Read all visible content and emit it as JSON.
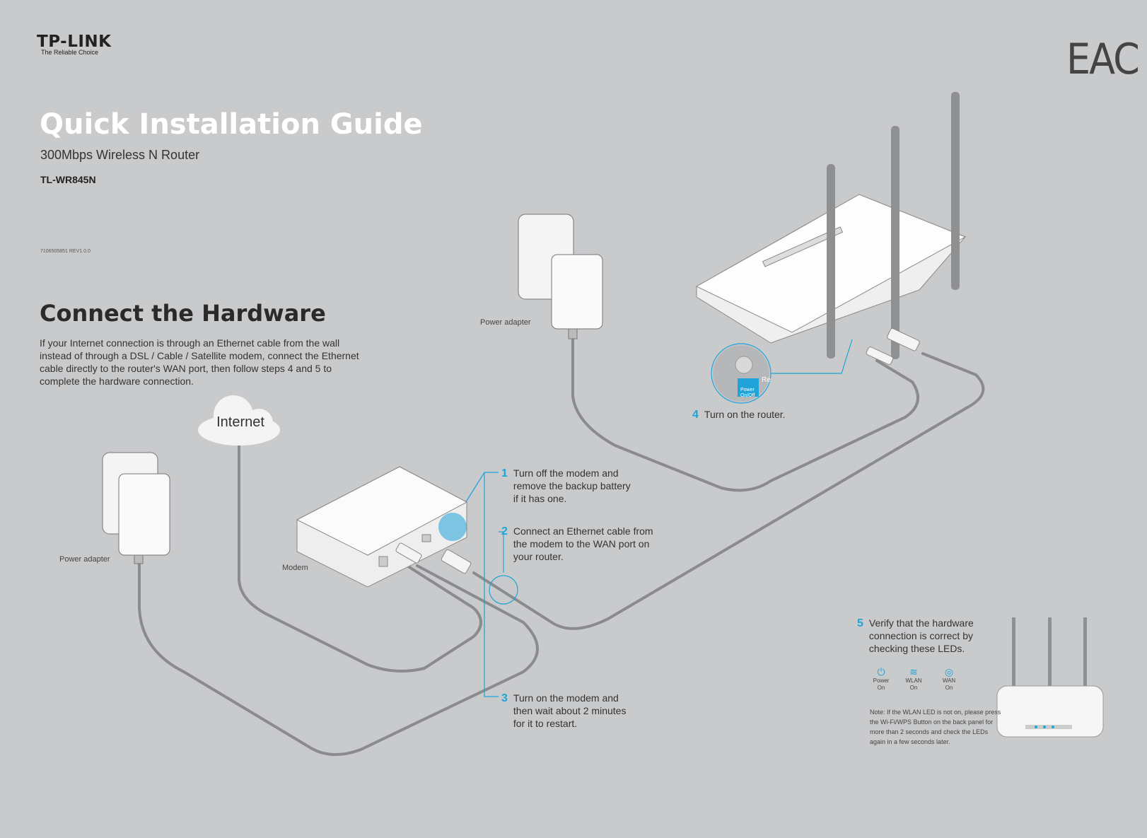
{
  "brand": {
    "logo": "TP-LINK",
    "tagline": "The Reliable Choice",
    "cert_mark": "EAC"
  },
  "header": {
    "title": "Quick Installation Guide",
    "subtitle": "300Mbps Wireless N Router",
    "model": "TL-WR845N",
    "doc_number": "7106505851   REV1.0.0"
  },
  "section": {
    "title": "Connect the Hardware",
    "intro": "If your Internet connection is through an Ethernet cable from the wall instead of through a DSL / Cable / Satellite modem, connect the Ethernet cable directly to the router's WAN port, then follow steps 4 and 5 to complete the hardware connection."
  },
  "labels": {
    "internet": "Internet",
    "power_adapter_left": "Power adapter",
    "power_adapter_top": "Power adapter",
    "modem": "Modem",
    "power_switch": "Power On/Off",
    "reset": "Re"
  },
  "steps": [
    {
      "num": "1",
      "lines": [
        "Turn off the modem and",
        "remove the backup battery",
        "if it has one."
      ]
    },
    {
      "num": "2",
      "lines": [
        "Connect an Ethernet cable from",
        "the modem to the WAN port on",
        "your router."
      ]
    },
    {
      "num": "3",
      "lines": [
        "Turn on the modem and",
        "then wait about 2 minutes",
        "for it to restart."
      ]
    },
    {
      "num": "4",
      "lines": [
        "Turn on the router."
      ]
    },
    {
      "num": "5",
      "lines": [
        "Verify that the hardware",
        "connection is correct by",
        "checking these LEDs."
      ]
    }
  ],
  "leds": [
    {
      "icon": "power-icon",
      "glyph": "⏻",
      "name": "Power",
      "state": "On"
    },
    {
      "icon": "wifi-icon",
      "glyph": "≋",
      "name": "WLAN",
      "state": "On"
    },
    {
      "icon": "globe-icon",
      "glyph": "◎",
      "name": "WAN",
      "state": "On"
    }
  ],
  "note": "Note: If the WLAN LED is not on, please press the Wi-Fi/WPS Button on the back panel for more than 2 seconds and check the LEDs again in a few seconds later.",
  "colors": {
    "background": "#c9cacc",
    "accent": "#1fa3d8",
    "cable": "#8a8b8d",
    "device": "#f2f2f2"
  }
}
